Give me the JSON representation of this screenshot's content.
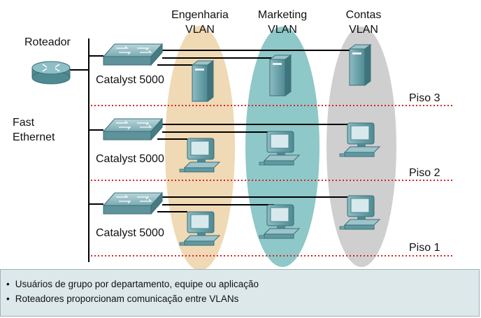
{
  "vlans": [
    {
      "line1": "Engenharia",
      "line2": "VLAN",
      "color": "#f0d9b5"
    },
    {
      "line1": "Marketing",
      "line2": "VLAN",
      "color": "#8ec8c8"
    },
    {
      "line1": "Contas",
      "line2": "VLAN",
      "color": "#cfcfcf"
    }
  ],
  "router_label": "Roteador",
  "backbone_label": {
    "line1": "Fast",
    "line2": "Ethernet"
  },
  "switch_label": "Catalyst 5000",
  "floors": [
    "Piso 3",
    "Piso 2",
    "Piso 1"
  ],
  "notes": [
    "Usuários de grupo por departamento, equipe ou aplicação",
    "Roteadores proporcionam comunicação entre VLANs"
  ],
  "colors": {
    "floor_line": "#dd2222",
    "switch": "#6fa4ad",
    "device": "#5d9aa3",
    "notes_bg": "#dce8ea"
  }
}
